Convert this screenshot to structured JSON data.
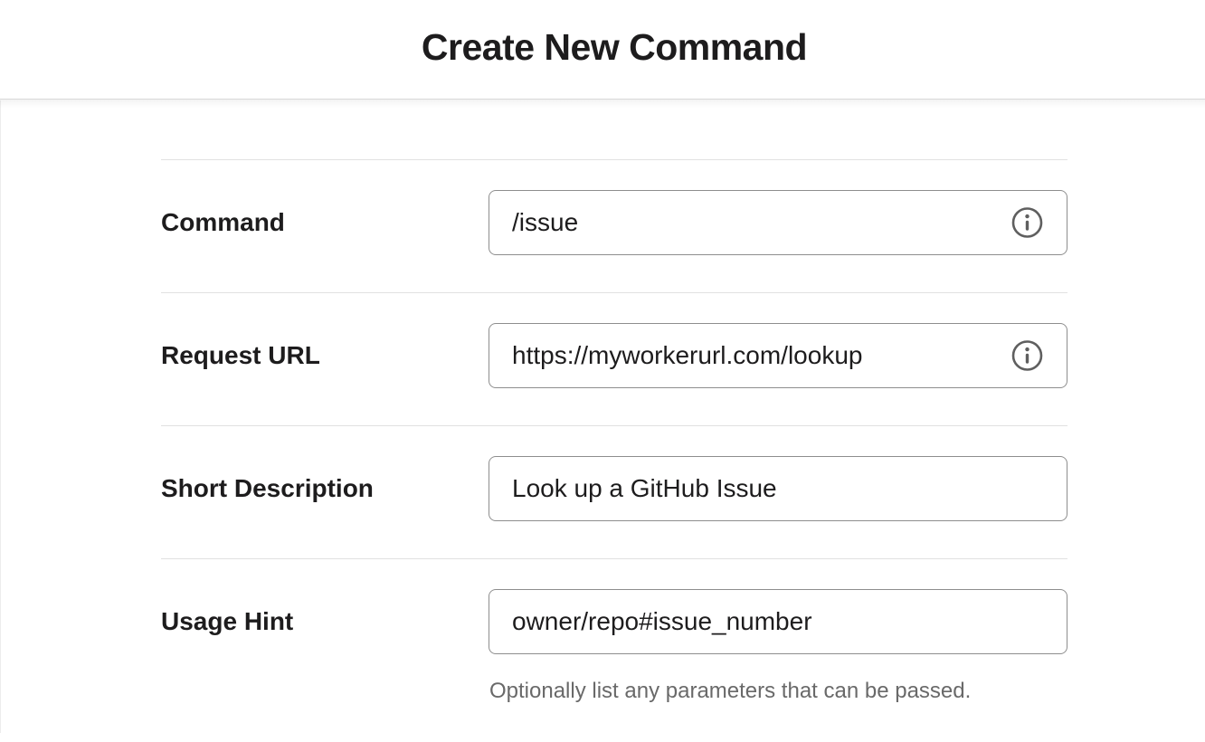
{
  "header": {
    "title": "Create New Command"
  },
  "form": {
    "fields": [
      {
        "id": "command",
        "label": "Command",
        "value": "/issue",
        "has_info_icon": true
      },
      {
        "id": "request-url",
        "label": "Request URL",
        "value": "https://myworkerurl.com/lookup",
        "has_info_icon": true
      },
      {
        "id": "short-description",
        "label": "Short Description",
        "value": "Look up a GitHub Issue",
        "has_info_icon": false
      },
      {
        "id": "usage-hint",
        "label": "Usage Hint",
        "value": "owner/repo#issue_number",
        "has_info_icon": false,
        "help_text": "Optionally list any parameters that can be passed."
      }
    ]
  },
  "icons": {
    "info_icon": "circled letter i"
  },
  "colors": {
    "text_primary": "#1d1c1d",
    "text_muted": "#696969",
    "input_border": "#8e8e8e",
    "row_divider": "#e1e1e1",
    "header_border": "#e4e4e4",
    "background": "#ffffff",
    "info_icon": "#5f5f5f"
  }
}
